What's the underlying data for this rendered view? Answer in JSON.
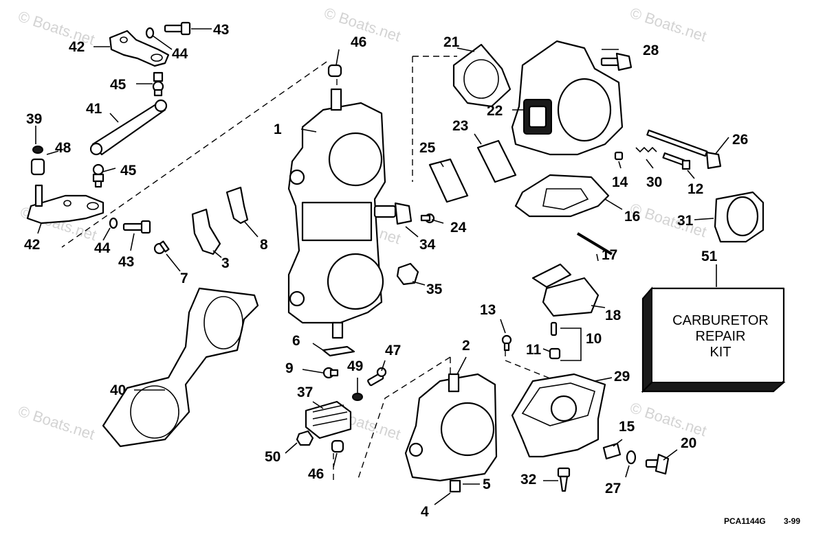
{
  "watermark": "© Boats.net",
  "labels": {
    "l1": "1",
    "l2": "2",
    "l3": "3",
    "l4": "4",
    "l5": "5",
    "l6": "6",
    "l7": "7",
    "l8": "8",
    "l9": "9",
    "l10": "10",
    "l11": "11",
    "l12": "12",
    "l13": "13",
    "l14": "14",
    "l15": "15",
    "l16": "16",
    "l17": "17",
    "l18": "18",
    "l20": "20",
    "l21": "21",
    "l22": "22",
    "l23": "23",
    "l24": "24",
    "l25": "25",
    "l26": "26",
    "l27": "27",
    "l28": "28",
    "l29": "29",
    "l30": "30",
    "l31": "31",
    "l32": "32",
    "l34": "34",
    "l35": "35",
    "l37": "37",
    "l39": "39",
    "l40": "40",
    "l41": "41",
    "l42a": "42",
    "l42b": "42",
    "l43a": "43",
    "l43b": "43",
    "l44a": "44",
    "l44b": "44",
    "l45a": "45",
    "l45b": "45",
    "l46a": "46",
    "l46b": "46",
    "l47": "47",
    "l48": "48",
    "l49": "49",
    "l50": "50",
    "l51": "51"
  },
  "kit": {
    "line1": "CARBURETOR",
    "line2": "REPAIR",
    "line3": "KIT"
  },
  "footer": {
    "code": "PCA1144G",
    "date": "3-99"
  }
}
